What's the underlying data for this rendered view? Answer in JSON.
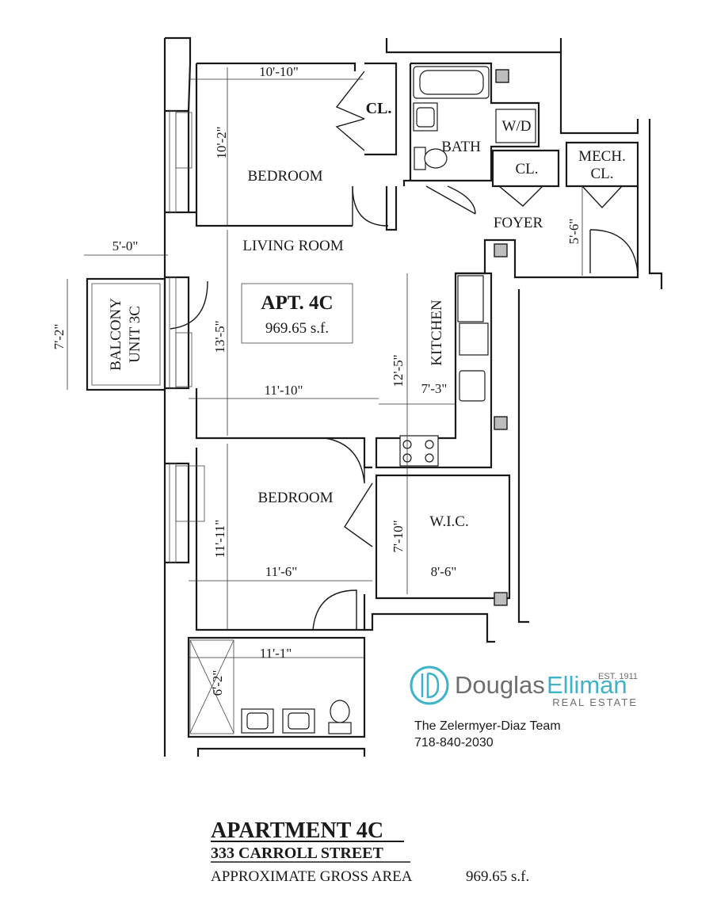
{
  "apartment": {
    "label": "APT. 4C",
    "area": "969.65 s.f."
  },
  "rooms": {
    "bedroom_top": "BEDROOM",
    "closet_top": "CL.",
    "bath": "BATH",
    "washer_dryer": "W/D",
    "closet_foyer": "CL.",
    "mech_line1": "MECH.",
    "mech_line2": "CL.",
    "foyer": "FOYER",
    "living_room": "LIVING ROOM",
    "kitchen": "KITCHEN",
    "bedroom_bottom": "BEDROOM",
    "wic": "W.I.C.",
    "balcony_line1": "BALCONY",
    "balcony_line2": "UNIT 3C"
  },
  "dimensions": {
    "bedroom_top_width": "10'-10\"",
    "bedroom_top_depth": "10'-2\"",
    "balcony_width": "5'-0\"",
    "balcony_depth": "7'-2\"",
    "living_depth": "13'-5\"",
    "living_width": "11'-10\"",
    "kitchen_depth": "12'-5\"",
    "kitchen_width": "7'-3\"",
    "foyer_depth": "5'-6\"",
    "bedroom_bottom_depth": "11'-11\"",
    "bedroom_bottom_width": "11'-6\"",
    "wic_depth": "7'-10\"",
    "wic_width": "8'-6\"",
    "terrace_width": "11'-1\"",
    "terrace_depth": "6'-2\""
  },
  "brand": {
    "name_part1": "Douglas",
    "name_part2": "Elliman",
    "established": "EST. 1911",
    "tagline": "REAL ESTATE",
    "team": "The Zelermyer-Diaz Team",
    "phone": "718-840-2030",
    "accent_color": "#3fb3c9",
    "gray_color": "#6d6e70"
  },
  "footer": {
    "title": "APARTMENT 4C",
    "address": "333 CARROLL STREET",
    "area_label": "APPROXIMATE GROSS AREA",
    "area_value": "969.65 s.f."
  }
}
